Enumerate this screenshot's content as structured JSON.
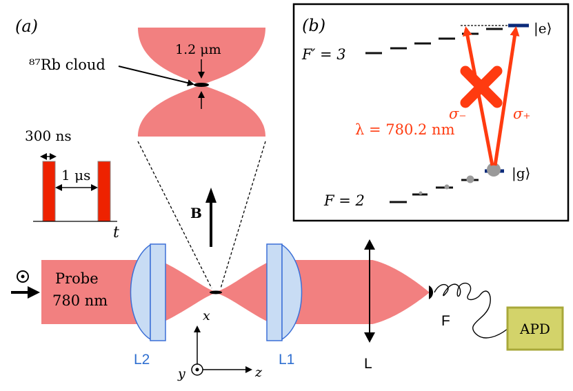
{
  "panel_a": {
    "label": "(a)",
    "rb_cloud_label": "⁸⁷Rb cloud",
    "waist_label": "1.2 μm",
    "pulse_width_label": "300 ns",
    "pulse_gap_label": "1 μs",
    "time_axis_label": "t",
    "field_label": "B",
    "probe_label_line1": "Probe",
    "probe_label_line2": "780 nm",
    "axis_x_label": "x",
    "axis_y_label": "y",
    "axis_z_label": "z",
    "lens_L2_label": "L2",
    "lens_L1_label": "L1",
    "lens_L_label": "L",
    "fiber_label": "F",
    "detector_label": "APD"
  },
  "panel_b": {
    "label": "(b)",
    "excited_manifold_label": "F′ = 3",
    "ground_manifold_label": "F = 2",
    "excited_state_label": "|e⟩",
    "ground_state_label": "|g⟩",
    "sigma_minus_label": "σ₋",
    "sigma_plus_label": "σ₊",
    "wavelength_label": "λ = 780.2 nm"
  },
  "colors": {
    "beam": "#f28080",
    "pulse": "#ee2200",
    "transition": "#ff3b10",
    "lens_fill": "#c8dcf4",
    "lens_stroke": "#3b6fd6",
    "lens_label": "#2f6fd0",
    "apd_fill": "#d3d36a",
    "apd_stroke": "#a8a83a",
    "level_dark": "#111111",
    "state_blue": "#0b2a7a",
    "atom_gray": "#9a9a9a"
  }
}
